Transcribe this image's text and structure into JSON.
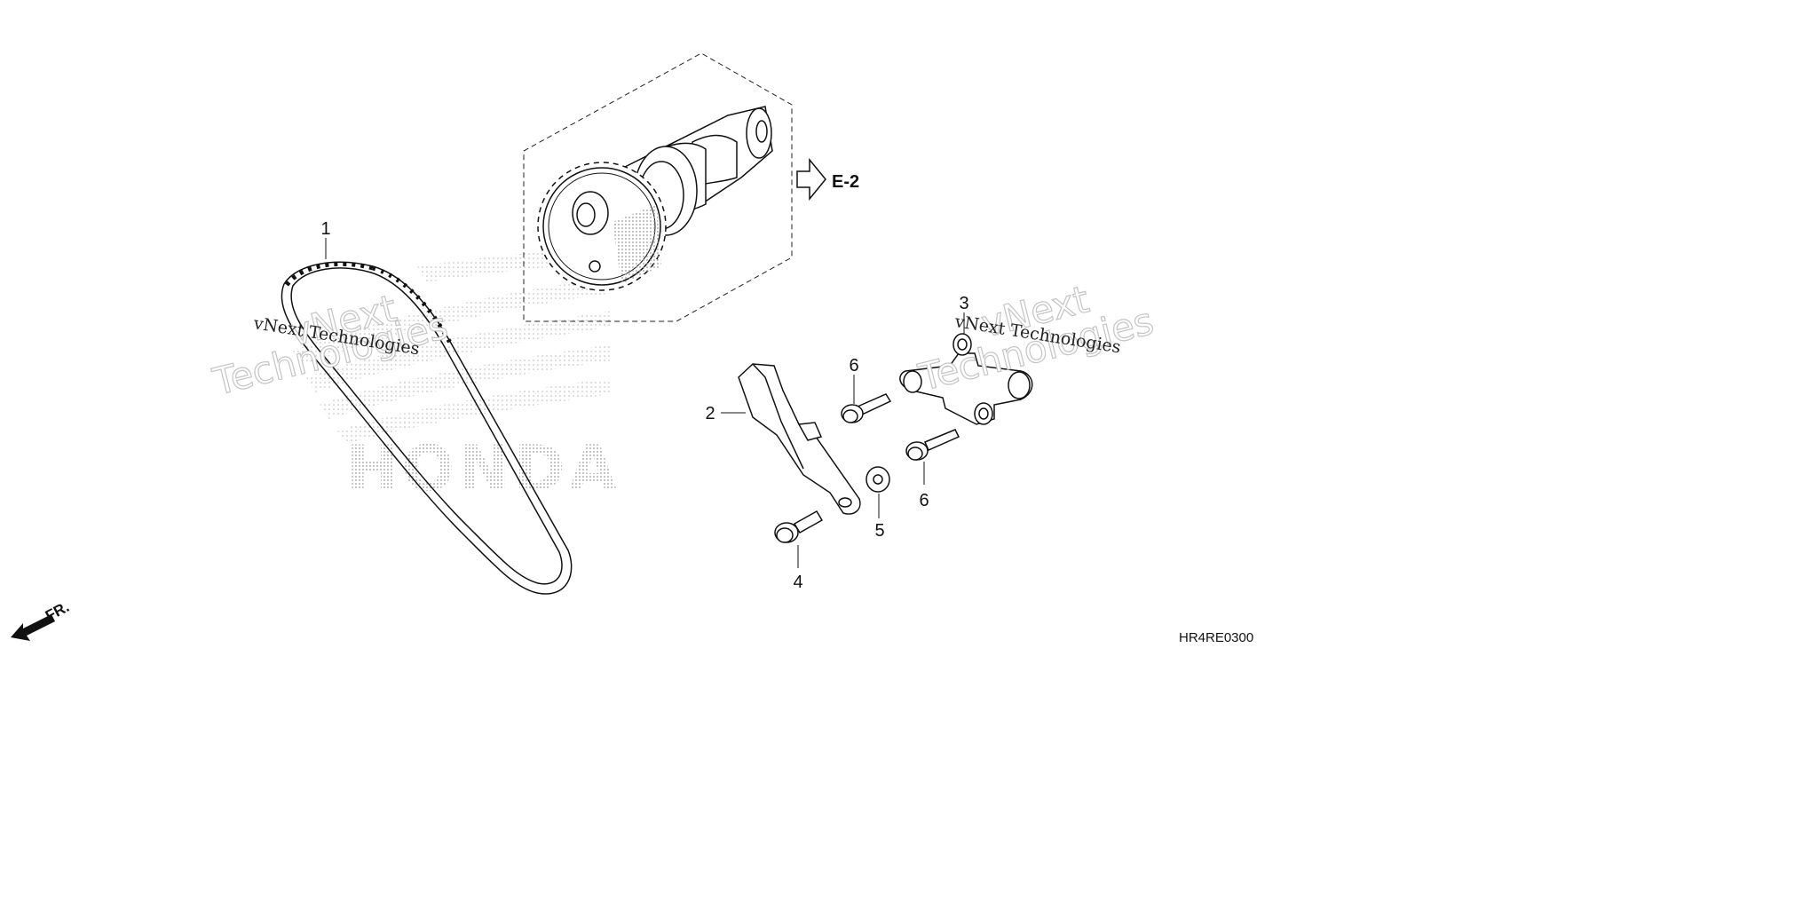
{
  "diagram": {
    "callouts": [
      {
        "id": "1"
      },
      {
        "id": "2"
      },
      {
        "id": "3"
      },
      {
        "id": "4"
      },
      {
        "id": "5"
      },
      {
        "id": "6a",
        "text": "6"
      },
      {
        "id": "6b",
        "text": "6"
      }
    ],
    "labels": {
      "c1": "1",
      "c2": "2",
      "c3": "3",
      "c4": "4",
      "c5": "5",
      "c6a": "6",
      "c6b": "6"
    },
    "reference": "E-2",
    "front_marker": "FR.",
    "drawing_code": "HR4RE0300",
    "watermarks": {
      "brand": "HONDA",
      "left_big_1": "vNext",
      "left_big_2": "Technologies",
      "left_small": "vNext Technologies",
      "right_big_1": "vNext",
      "right_big_2": "Technologies",
      "right_small": "vNext Technologies"
    }
  }
}
